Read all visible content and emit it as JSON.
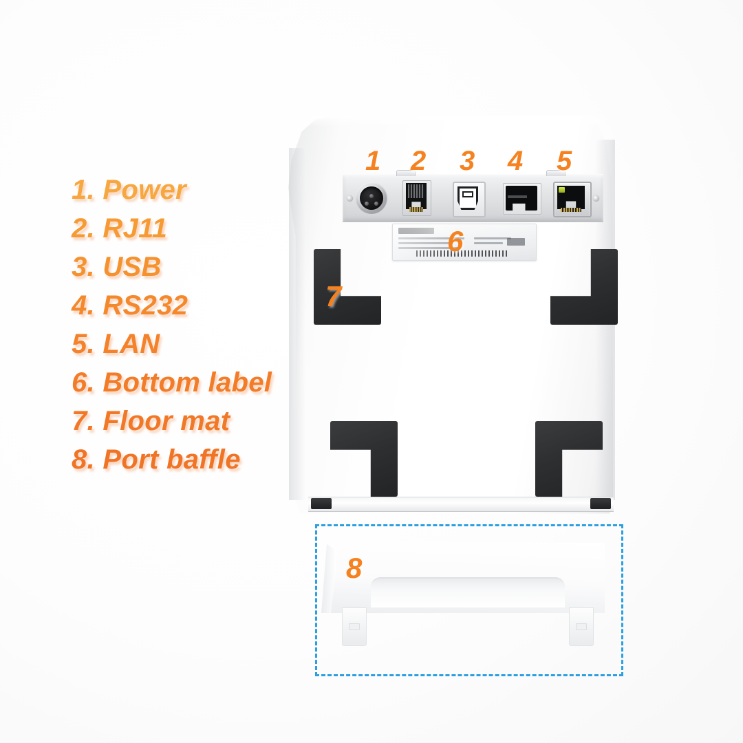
{
  "legend": {
    "items": [
      {
        "num": "1.",
        "label": "Power",
        "text": "1. Power",
        "color": "#F7A73F"
      },
      {
        "num": "2.",
        "label": "RJ11",
        "text": "2. RJ11",
        "color": "#F69A33"
      },
      {
        "num": "3.",
        "label": "USB",
        "text": "3. USB",
        "color": "#F59230"
      },
      {
        "num": "4.",
        "label": "RS232",
        "text": "4. RS232",
        "color": "#F4882C"
      },
      {
        "num": "5.",
        "label": "LAN",
        "text": "5. LAN",
        "color": "#F3822A"
      },
      {
        "num": "6.",
        "label": "Bottom label",
        "text": "6. Bottom label",
        "color": "#F27C28"
      },
      {
        "num": "7.",
        "label": "Floor mat",
        "text": "7. Floor mat",
        "color": "#F17827"
      },
      {
        "num": "8.",
        "label": "Port baffle",
        "text": "8. Port baffle",
        "color": "#F07426"
      }
    ]
  },
  "callouts": {
    "power": "1",
    "rj11": "2",
    "usb": "3",
    "rs232": "4",
    "lan": "5",
    "bottom_label": "6",
    "floor_mat": "7",
    "port_baffle": "8"
  },
  "colors": {
    "accent_orange": "#F58220",
    "highlight_blue": "#2B9FE0",
    "body_white": "#FFFFFF",
    "mat_black": "#2E2F31",
    "lan_led_green": "#A9C32B"
  },
  "device": {
    "view": "rear-bottom view of thermal receipt printer",
    "ports": [
      {
        "id": "power",
        "type": "3-pin DIN power socket"
      },
      {
        "id": "rj11",
        "type": "RJ11 cash drawer jack"
      },
      {
        "id": "usb",
        "type": "USB type-B"
      },
      {
        "id": "rs232",
        "type": "RS232 serial"
      },
      {
        "id": "lan",
        "type": "RJ45 Ethernet"
      }
    ],
    "floor_mats": 4,
    "baffle": "detachable port cover"
  }
}
